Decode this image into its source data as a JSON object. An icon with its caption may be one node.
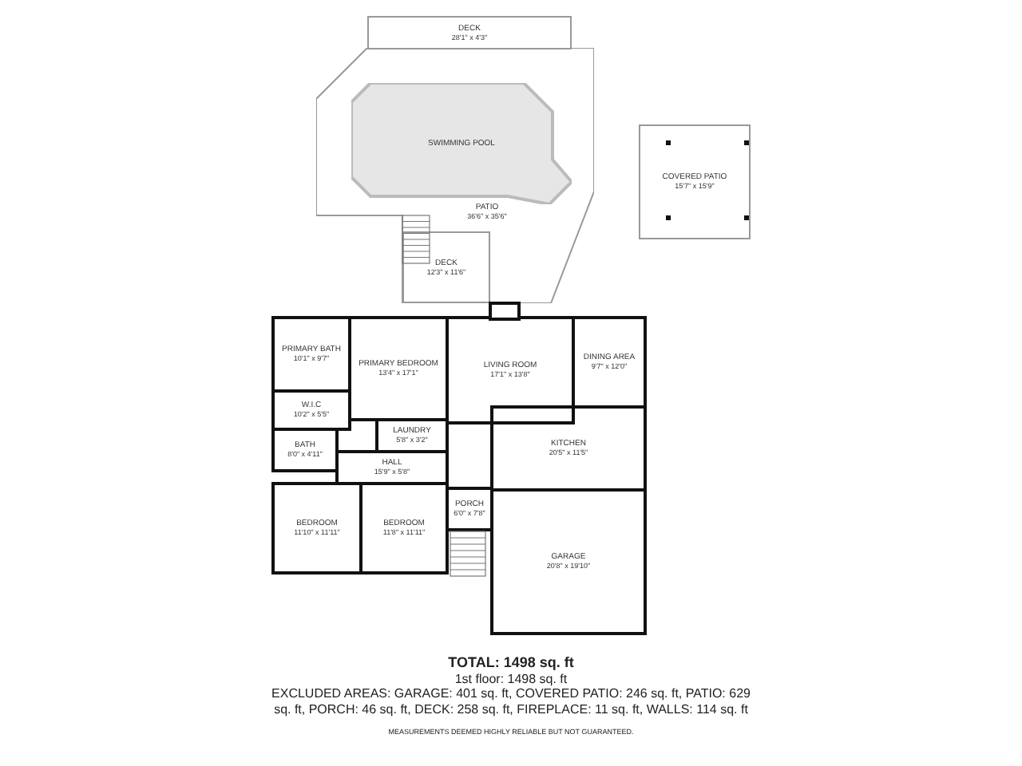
{
  "diagram": {
    "nodes": [
      {
        "text": [
          "DECK",
          "28'1\" x 4'3\""
        ]
      },
      {
        "text": [
          "PATIO",
          "36'6\" x 35'6\""
        ]
      },
      {
        "text": [
          "SWIMMING POOL"
        ],
        "in": 1
      },
      {
        "text": [
          "COVERED PATIO",
          "15'7\" x 15'9\""
        ]
      },
      {
        "text": [
          "DECK",
          "12'3\" x 11'6\""
        ],
        "in": 1
      },
      {
        "text": [
          "PRIMARY BATH",
          "10'1\" x 9'7\""
        ]
      },
      {
        "text": [
          "PRIMARY BEDROOM",
          "13'4\" x 17'1\""
        ]
      },
      {
        "text": [
          "LIVING ROOM",
          "17'1\" x 13'8\""
        ]
      },
      {
        "text": [
          "DINING AREA",
          "9'7\" x 12'0\""
        ]
      },
      {
        "text": [
          "W.I.C",
          "10'2\" x 5'5\""
        ]
      },
      {
        "text": [
          "LAUNDRY",
          "5'8\" x 3'2\""
        ]
      },
      {
        "text": [
          "BATH",
          "8'0\" x 4'11\""
        ]
      },
      {
        "text": [
          "HALL",
          "15'9\" x 5'8\""
        ]
      },
      {
        "text": [
          "KITCHEN",
          "20'5\" x 11'5\""
        ]
      },
      {
        "text": [
          "PORCH",
          "6'0\" x 7'8\""
        ]
      },
      {
        "text": [
          "BEDROOM",
          "11'10\" x 11'11\""
        ]
      },
      {
        "text": [
          "BEDROOM",
          "11'8\" x 11'11\""
        ]
      },
      {
        "text": [
          "GARAGE",
          "20'8\" x 19'10\""
        ]
      }
    ],
    "labels": [
      "TOTAL: 1498 sq. ft",
      "1st floor: 1498 sq. ft",
      "EXCLUDED AREAS: GARAGE: 401 sq. ft, COVERED PATIO: 246 sq. ft, PATIO: 629 sq. ft, PORCH: 46 sq. ft, DECK: 258 sq. ft, FIREPLACE: 11 sq. ft, WALLS: 114 sq. ft",
      "MEASUREMENTS DEEMED HIGHLY RELIABLE BUT NOT GUARANTEED."
    ]
  }
}
